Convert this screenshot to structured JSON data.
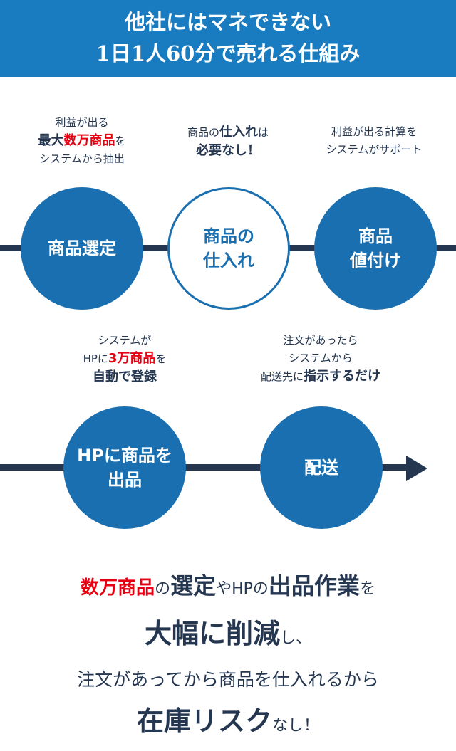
{
  "header": {
    "line1": "他社にはマネできない",
    "line2": "1日1人60分で売れる仕組み"
  },
  "steps": [
    {
      "label": "商品選定",
      "note": {
        "l1": "利益が出る",
        "l2a": "最大",
        "l2b": "数万商品",
        "l2c": "を",
        "l3": "システムから抽出"
      }
    },
    {
      "label1": "商品の",
      "label2": "仕入れ",
      "note": {
        "l1a": "商品の",
        "l1b": "仕入れ",
        "l1c": "は",
        "l2": "必要なし！"
      }
    },
    {
      "label1": "商品",
      "label2": "値付け",
      "note": {
        "l1": "利益が出る計算を",
        "l2": "システムがサポート"
      }
    },
    {
      "label1": "HPに商品を",
      "label2": "出品",
      "note": {
        "l1": "システムが",
        "l2a": "HPに",
        "l2b": "3万商品",
        "l2c": "を",
        "l3": "自動で登録"
      }
    },
    {
      "label": "配送",
      "note": {
        "l1": "注文があったら",
        "l2": "システムから",
        "l3a": "配送先に",
        "l3b": "指示するだけ"
      }
    }
  ],
  "summary": {
    "l1": [
      "数万商品",
      "の",
      "選定",
      "や",
      "HPの",
      "出品作業",
      "を"
    ],
    "l2": [
      "大幅に削減",
      "し、"
    ],
    "l3": "注文があってから商品を仕入れるから",
    "l4": [
      "在庫リスク",
      "なし！"
    ]
  },
  "colors": {
    "header": "#1a7cc0",
    "circle": "#1a6fb0",
    "line": "#243650",
    "accent": "#e60012"
  }
}
